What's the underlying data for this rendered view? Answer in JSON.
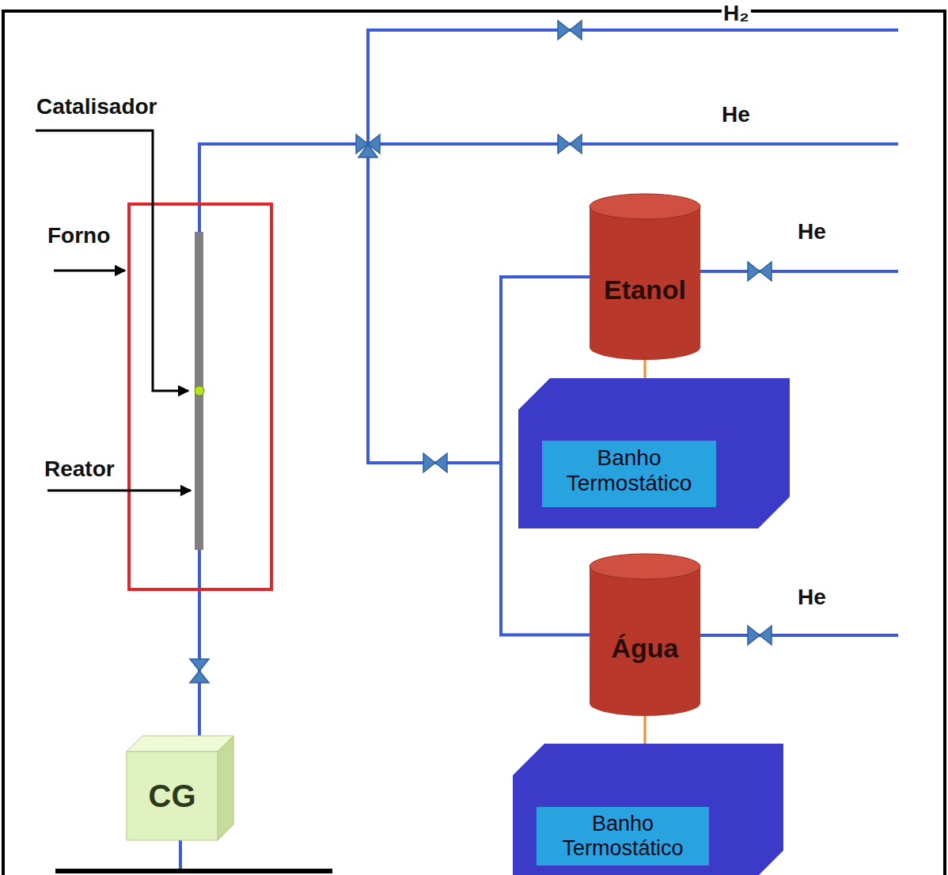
{
  "diagram": {
    "nodes": [
      {
        "text": [
          "Etanol"
        ]
      },
      {
        "text": [
          "Banho Termostático"
        ]
      },
      {
        "text": [
          "Água"
        ]
      },
      {
        "text": [
          "Banho Termostático"
        ]
      },
      {
        "text": [
          "CG"
        ]
      }
    ],
    "edges": [
      {
        "from": 0,
        "to": 1,
        "arrow": "none"
      },
      {
        "from": 2,
        "to": 3,
        "arrow": "none"
      },
      {
        "from": 0,
        "to": 2,
        "arrow": "none"
      }
    ],
    "labels": [
      "H₂",
      "He",
      "He",
      "He",
      "Catalisador",
      "Forno",
      "Reator"
    ]
  }
}
